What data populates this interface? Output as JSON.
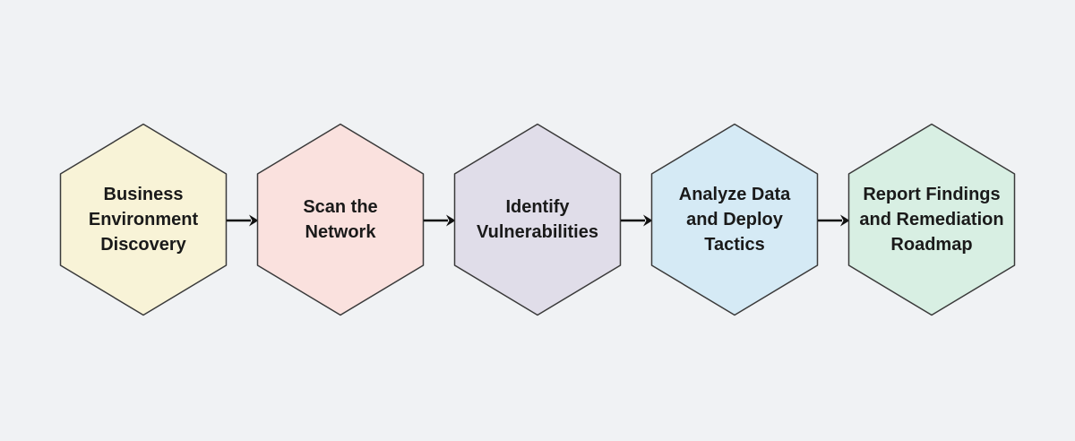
{
  "canvas": {
    "background": "#f0f2f4",
    "node_border_color": "#3a3a3a",
    "arrow_color": "#111111",
    "text_color": "#1a1a1a"
  },
  "diagram": {
    "type": "flowchart",
    "direction": "left-to-right",
    "shape": "hexagon",
    "steps": [
      {
        "id": 1,
        "label": "Business\nEnvironment\nDiscovery",
        "fill": "#f8f3d7"
      },
      {
        "id": 2,
        "label": "Scan the\nNetwork",
        "fill": "#fae1de"
      },
      {
        "id": 3,
        "label": "Identify\nVulnerabilities",
        "fill": "#e0dde9"
      },
      {
        "id": 4,
        "label": "Analyze Data\nand Deploy\nTactics",
        "fill": "#d5eaf5"
      },
      {
        "id": 5,
        "label": "Report Findings\nand Remediation\nRoadmap",
        "fill": "#d8efe3"
      }
    ],
    "connections": [
      {
        "from": 1,
        "to": 2
      },
      {
        "from": 2,
        "to": 3
      },
      {
        "from": 3,
        "to": 4
      },
      {
        "from": 4,
        "to": 5
      }
    ]
  }
}
